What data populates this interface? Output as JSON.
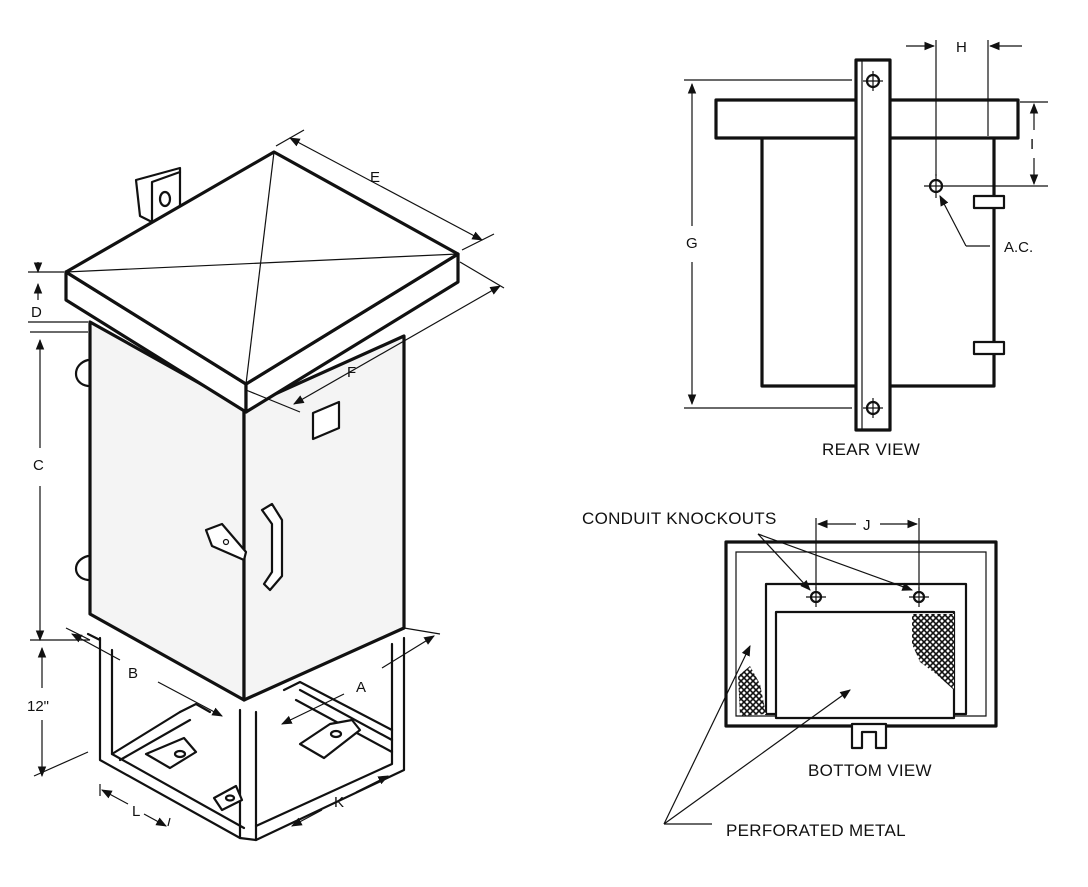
{
  "labels": {
    "e": "E",
    "d": "D",
    "f": "F",
    "c": "C",
    "b": "B",
    "a": "A",
    "twelve": "12\"",
    "l": "L",
    "k": "K",
    "h": "H",
    "i": "I",
    "g": "G",
    "ac": "A.C.",
    "j": "J"
  },
  "captions": {
    "rear_view": "REAR VIEW",
    "conduit_knockouts": "CONDUIT KNOCKOUTS",
    "bottom_view": "BOTTOM VIEW",
    "perforated_metal": "PERFORATED METAL"
  }
}
